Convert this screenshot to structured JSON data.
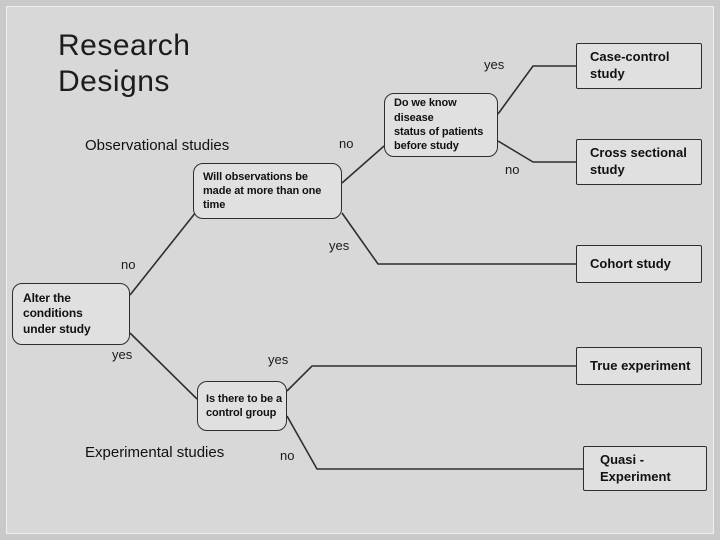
{
  "slide": {
    "title": "Research\nDesigns"
  },
  "sections": {
    "observational": "Observational studies",
    "experimental": "Experimental studies"
  },
  "nodes": {
    "root": {
      "text": "Alter the\nconditions\nunder study"
    },
    "timing": {
      "text": "Will observations be\nmade at more than one\ntime"
    },
    "disease": {
      "text": "Do we know\ndisease\nstatus of patients\nbefore study"
    },
    "control": {
      "text": "Is there to be a\ncontrol group"
    }
  },
  "outcomes": {
    "case_control": {
      "text": "Case-control\nstudy"
    },
    "cross_sectional": {
      "text": "Cross sectional\nstudy"
    },
    "cohort": {
      "text": "Cohort study"
    },
    "true_experiment": {
      "text": "True experiment"
    },
    "quasi_experiment": {
      "text": "Quasi -\nExperiment"
    }
  },
  "edges": {
    "root_timing": {
      "label": "no"
    },
    "root_control": {
      "label": "yes"
    },
    "timing_disease": {
      "label": "no"
    },
    "timing_cohort": {
      "label": "yes"
    },
    "disease_case": {
      "label": "yes"
    },
    "disease_cross": {
      "label": "no"
    },
    "control_true": {
      "label": "yes"
    },
    "control_quasi": {
      "label": "no"
    }
  },
  "colors": {
    "background": "#d8d8d8",
    "box_fill": "#e0e0e0",
    "border": "#2e2e2e",
    "line": "#2e2e2e",
    "text": "#111111"
  }
}
